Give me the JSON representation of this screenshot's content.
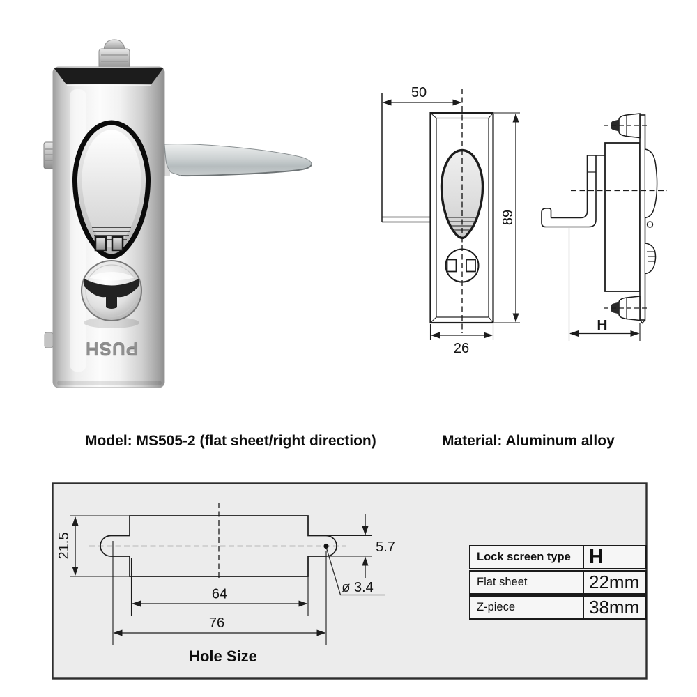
{
  "photo": {
    "push_label": "PUSH"
  },
  "labels": {
    "model": "Model: MS505-2 (flat sheet/right direction)",
    "material": "Material: Aluminum alloy"
  },
  "front_view": {
    "dim_offset": "50",
    "dim_height": "89",
    "dim_width": "26"
  },
  "side_view": {
    "dim_depth": "H"
  },
  "hole_drawing": {
    "title": "Hole Size",
    "dim_height": "21.5",
    "dim_inner_width": "64",
    "dim_outer_width": "76",
    "dim_slot": "5.7",
    "dim_hole": "ø 3.4"
  },
  "spec_table": {
    "rows": [
      {
        "label": "Lock screen type",
        "value": "H"
      },
      {
        "label": "Flat sheet",
        "value": "22mm"
      },
      {
        "label": "Z-piece",
        "value": "38mm"
      }
    ]
  },
  "colors": {
    "panel_bg": "#ececec",
    "table_cell_bg": "#f6f6f6",
    "line": "#1c1c1c"
  }
}
